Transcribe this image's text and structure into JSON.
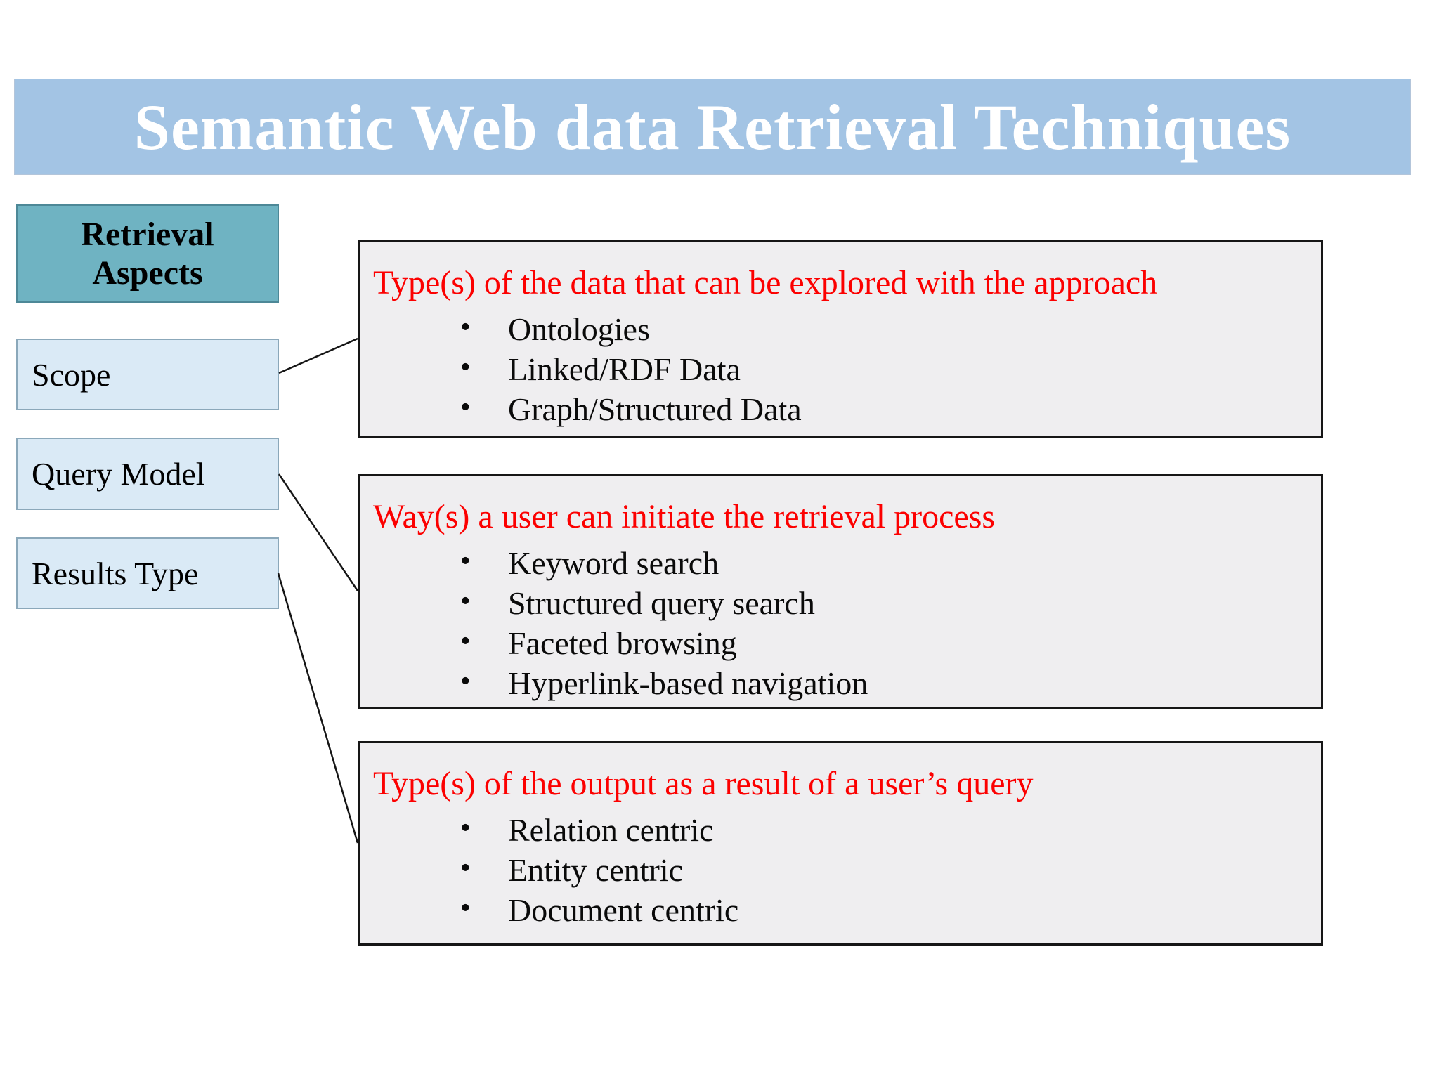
{
  "slide": {
    "title": "Semantic Web data Retrieval Techniques",
    "colors": {
      "banner_bg": "#a3c4e4",
      "banner_text": "#ffffff",
      "aspect_header_bg": "#6fb3c2",
      "aspect_header_border": "#4d8897",
      "aspect_item_bg": "#daeaf6",
      "aspect_item_border": "#8ba8ba",
      "panel_bg": "#efeef0",
      "panel_border": "#161616",
      "heading_red": "#fc0000",
      "body_text": "#0a0a0a",
      "connector": "#151515"
    },
    "aspects": {
      "header": "Retrieval Aspects",
      "items": [
        "Scope",
        "Query Model",
        "Results Type"
      ]
    },
    "panels": [
      {
        "heading": "Type(s) of the data that can be explored with the approach",
        "bullets": [
          "Ontologies",
          "Linked/RDF Data",
          "Graph/Structured Data"
        ]
      },
      {
        "heading": "Way(s) a user can initiate the retrieval process",
        "bullets": [
          "Keyword search",
          "Structured query search",
          "Faceted browsing",
          "Hyperlink-based navigation"
        ]
      },
      {
        "heading": "Type(s) of the output as a result of a user’s query",
        "bullets": [
          "Relation centric",
          "Entity centric",
          "Document centric"
        ]
      }
    ]
  }
}
